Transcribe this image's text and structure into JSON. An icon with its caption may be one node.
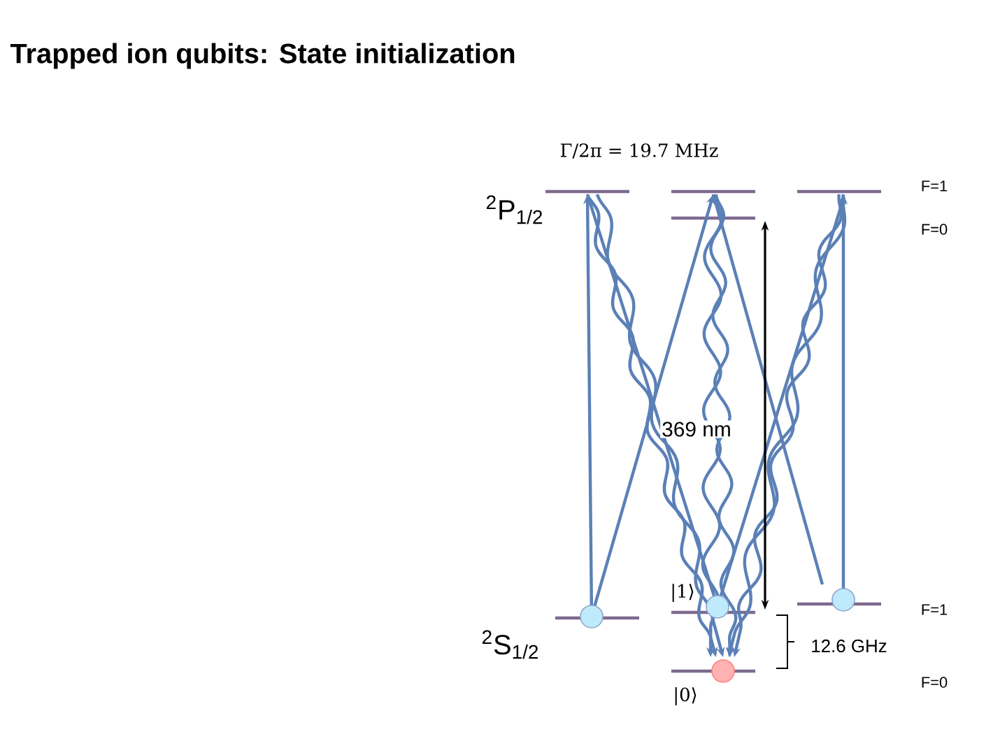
{
  "diagram": {
    "title": "Trapped ion qubits: State initialization",
    "labels": [
      "Γ/2π = 19.7 MHz",
      "$^{2}$P$_{1/2}$",
      "F=1",
      "F=0",
      "369 nm",
      "|1⟩",
      "$^{2}$S$_{1/2}$",
      "12.6 GHz",
      "F=1",
      "|0⟩",
      "F=0"
    ]
  }
}
